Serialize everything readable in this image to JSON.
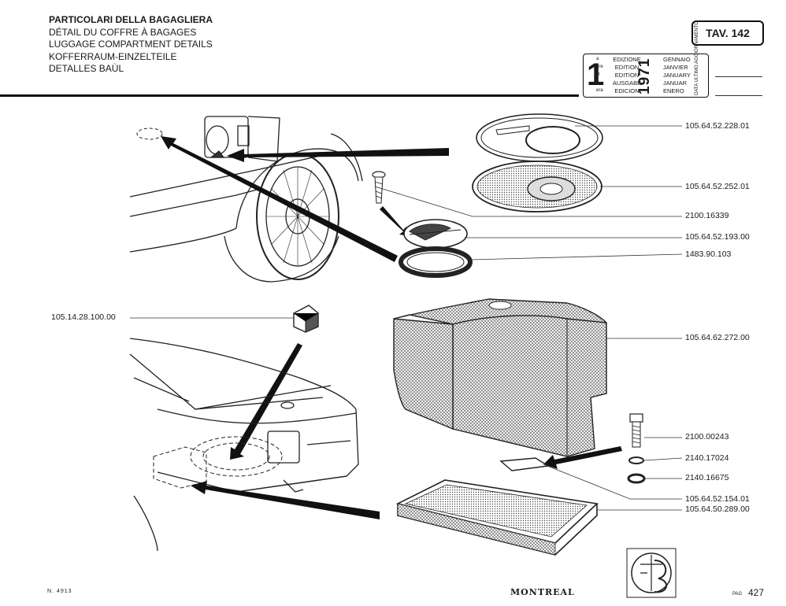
{
  "header": {
    "title_lines": [
      "PARTICOLARI DELLA BAGAGLIERA",
      "DÉTAIL DU COFFRE À BAGAGES",
      "LUGGAGE COMPARTMENT DETAILS",
      "KOFFERRAUM-EINZELTEILE",
      "DETALLES BAÙL"
    ],
    "plate": "TAV. 142"
  },
  "edition": {
    "number": "1",
    "ordinals": [
      "a",
      "ère",
      "st",
      ".",
      "era"
    ],
    "labels": [
      "EDIZIONE",
      "EDITION",
      "EDITION",
      "AUSGABE",
      "EDICION"
    ],
    "months": [
      "GENNAIO",
      "JANVIER",
      "JANUARY",
      "JANUAR",
      "ENERO"
    ],
    "year": "1971",
    "vertical_note": "DATA ULTIMO AGGIORNAMENTO"
  },
  "parts": [
    {
      "code": "105.64.52.228.01"
    },
    {
      "code": "105.64.52.252.01"
    },
    {
      "code": "2100.16339"
    },
    {
      "code": "105.64.52.193.00"
    },
    {
      "code": "1483.90.103"
    },
    {
      "code": "105.14.28.100.00"
    },
    {
      "code": "105.64.62.272.00"
    },
    {
      "code": "2100.00243"
    },
    {
      "code": "2140.17024"
    },
    {
      "code": "2140.16675"
    },
    {
      "code": "105.64.52.154.01"
    },
    {
      "code": "105.64.50.289.00"
    }
  ],
  "footer": {
    "drawing_no": "N. 4913",
    "brand": "MONTREAL",
    "pag_label": "PAG",
    "page": "427"
  }
}
